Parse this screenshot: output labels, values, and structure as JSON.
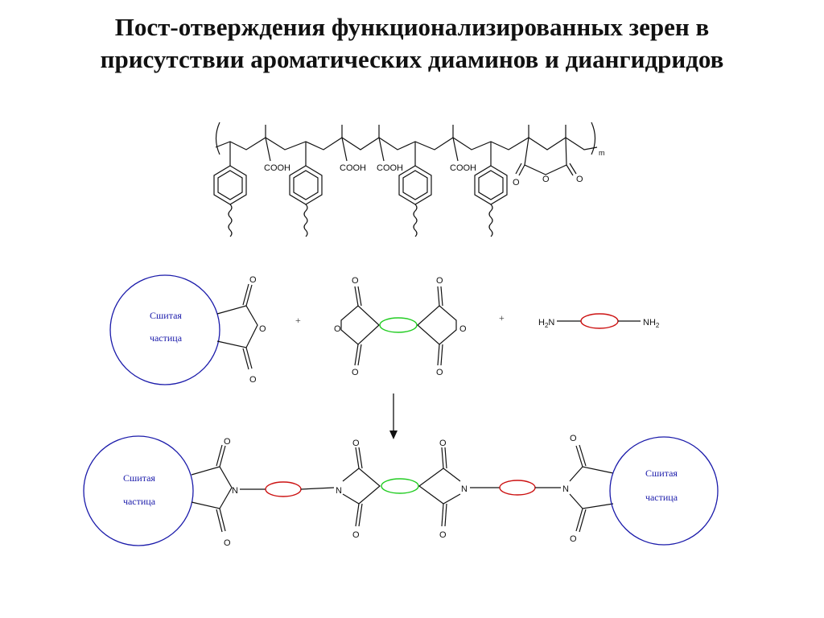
{
  "title": {
    "line1": "Пост-отверждения функционализированных зерен в",
    "line2": "присутствии ароматических диаминов и диангидридов"
  },
  "polymer": {
    "cooh_label": "COOH",
    "anhydride_O": "O",
    "repeat_subscript": "m"
  },
  "reactants": {
    "particle_line1": "Сшитая",
    "particle_line2": "частица",
    "plus": "+",
    "atom_O": "O",
    "amine_left": "H",
    "amine_left_sub": "2",
    "amine_left_N": "N",
    "amine_right": "NH",
    "amine_right_sub": "2"
  },
  "product": {
    "particle_line1": "Сшитая",
    "particle_line2": "частица",
    "atom_N": "N",
    "atom_O": "O"
  },
  "colors": {
    "particle_circle": "#1a1aaa",
    "dianhydride_core": "#22cc22",
    "diamine_core": "#cc1111",
    "bonds": "#111111"
  },
  "icons": {
    "reaction_arrow": "arrow-down-icon",
    "wavy_bond": "wavy-bond-icon"
  }
}
